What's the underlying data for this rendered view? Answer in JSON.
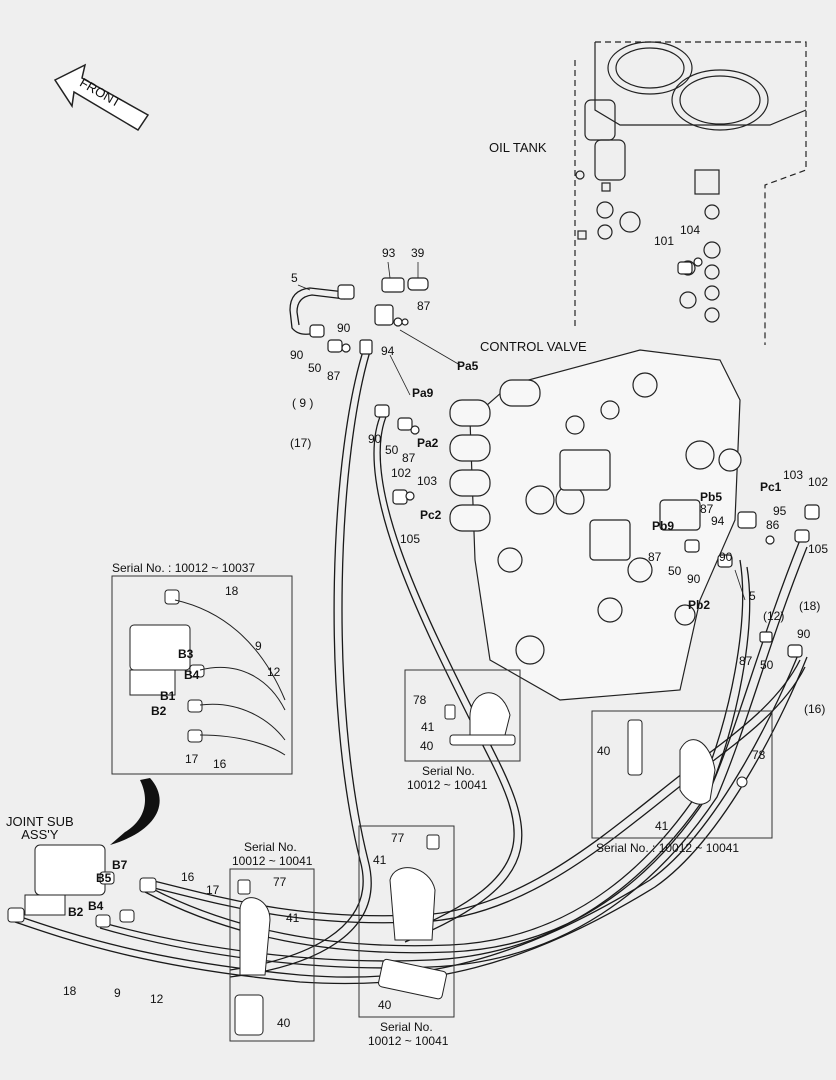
{
  "direction": "FRONT",
  "titles": {
    "oil_tank": "OIL TANK",
    "control_valve": "CONTROL VALVE",
    "joint_sub": "JOINT SUB\nASS'Y"
  },
  "serial_labels": {
    "inset_main": "Serial No. : 10012 ~ 10037",
    "inset_right": "Serial No. : 10012 ~ 10041",
    "clamp_center_l1": "Serial No.",
    "clamp_center_l2": "10012 ~ 10041",
    "clamp_bl_l1": "Serial No.",
    "clamp_bl_l2": "10012 ~ 10041",
    "clamp_bc_l1": "Serial No.",
    "clamp_bc_l2": "10012 ~ 10041"
  },
  "ports": [
    "Pa5",
    "Pa9",
    "Pa2",
    "Pc2",
    "Pb5",
    "Pc1",
    "Pb9",
    "Pb2",
    "B3",
    "B4",
    "B1",
    "B2",
    "B7",
    "B5",
    "B2",
    "B4"
  ],
  "part_numbers": [
    "93",
    "39",
    "5",
    "87",
    "90",
    "94",
    "90",
    "50",
    "87",
    "( 9 )",
    "(17)",
    "90",
    "50",
    "87",
    "102",
    "103",
    "105",
    "101",
    "104",
    "103",
    "102",
    "95",
    "86",
    "105",
    "87",
    "94",
    "87",
    "50",
    "90",
    "90",
    "5",
    "(12)",
    "(18)",
    "90",
    "87",
    "50",
    "(16)",
    "18",
    "9",
    "12",
    "17",
    "16",
    "78",
    "41",
    "40",
    "78",
    "40",
    "41",
    "16",
    "17",
    "18",
    "9",
    "12",
    "77",
    "41",
    "40",
    "77",
    "41",
    "40"
  ],
  "colors": {
    "line": "#1a1a1a",
    "background": "#efefef"
  }
}
